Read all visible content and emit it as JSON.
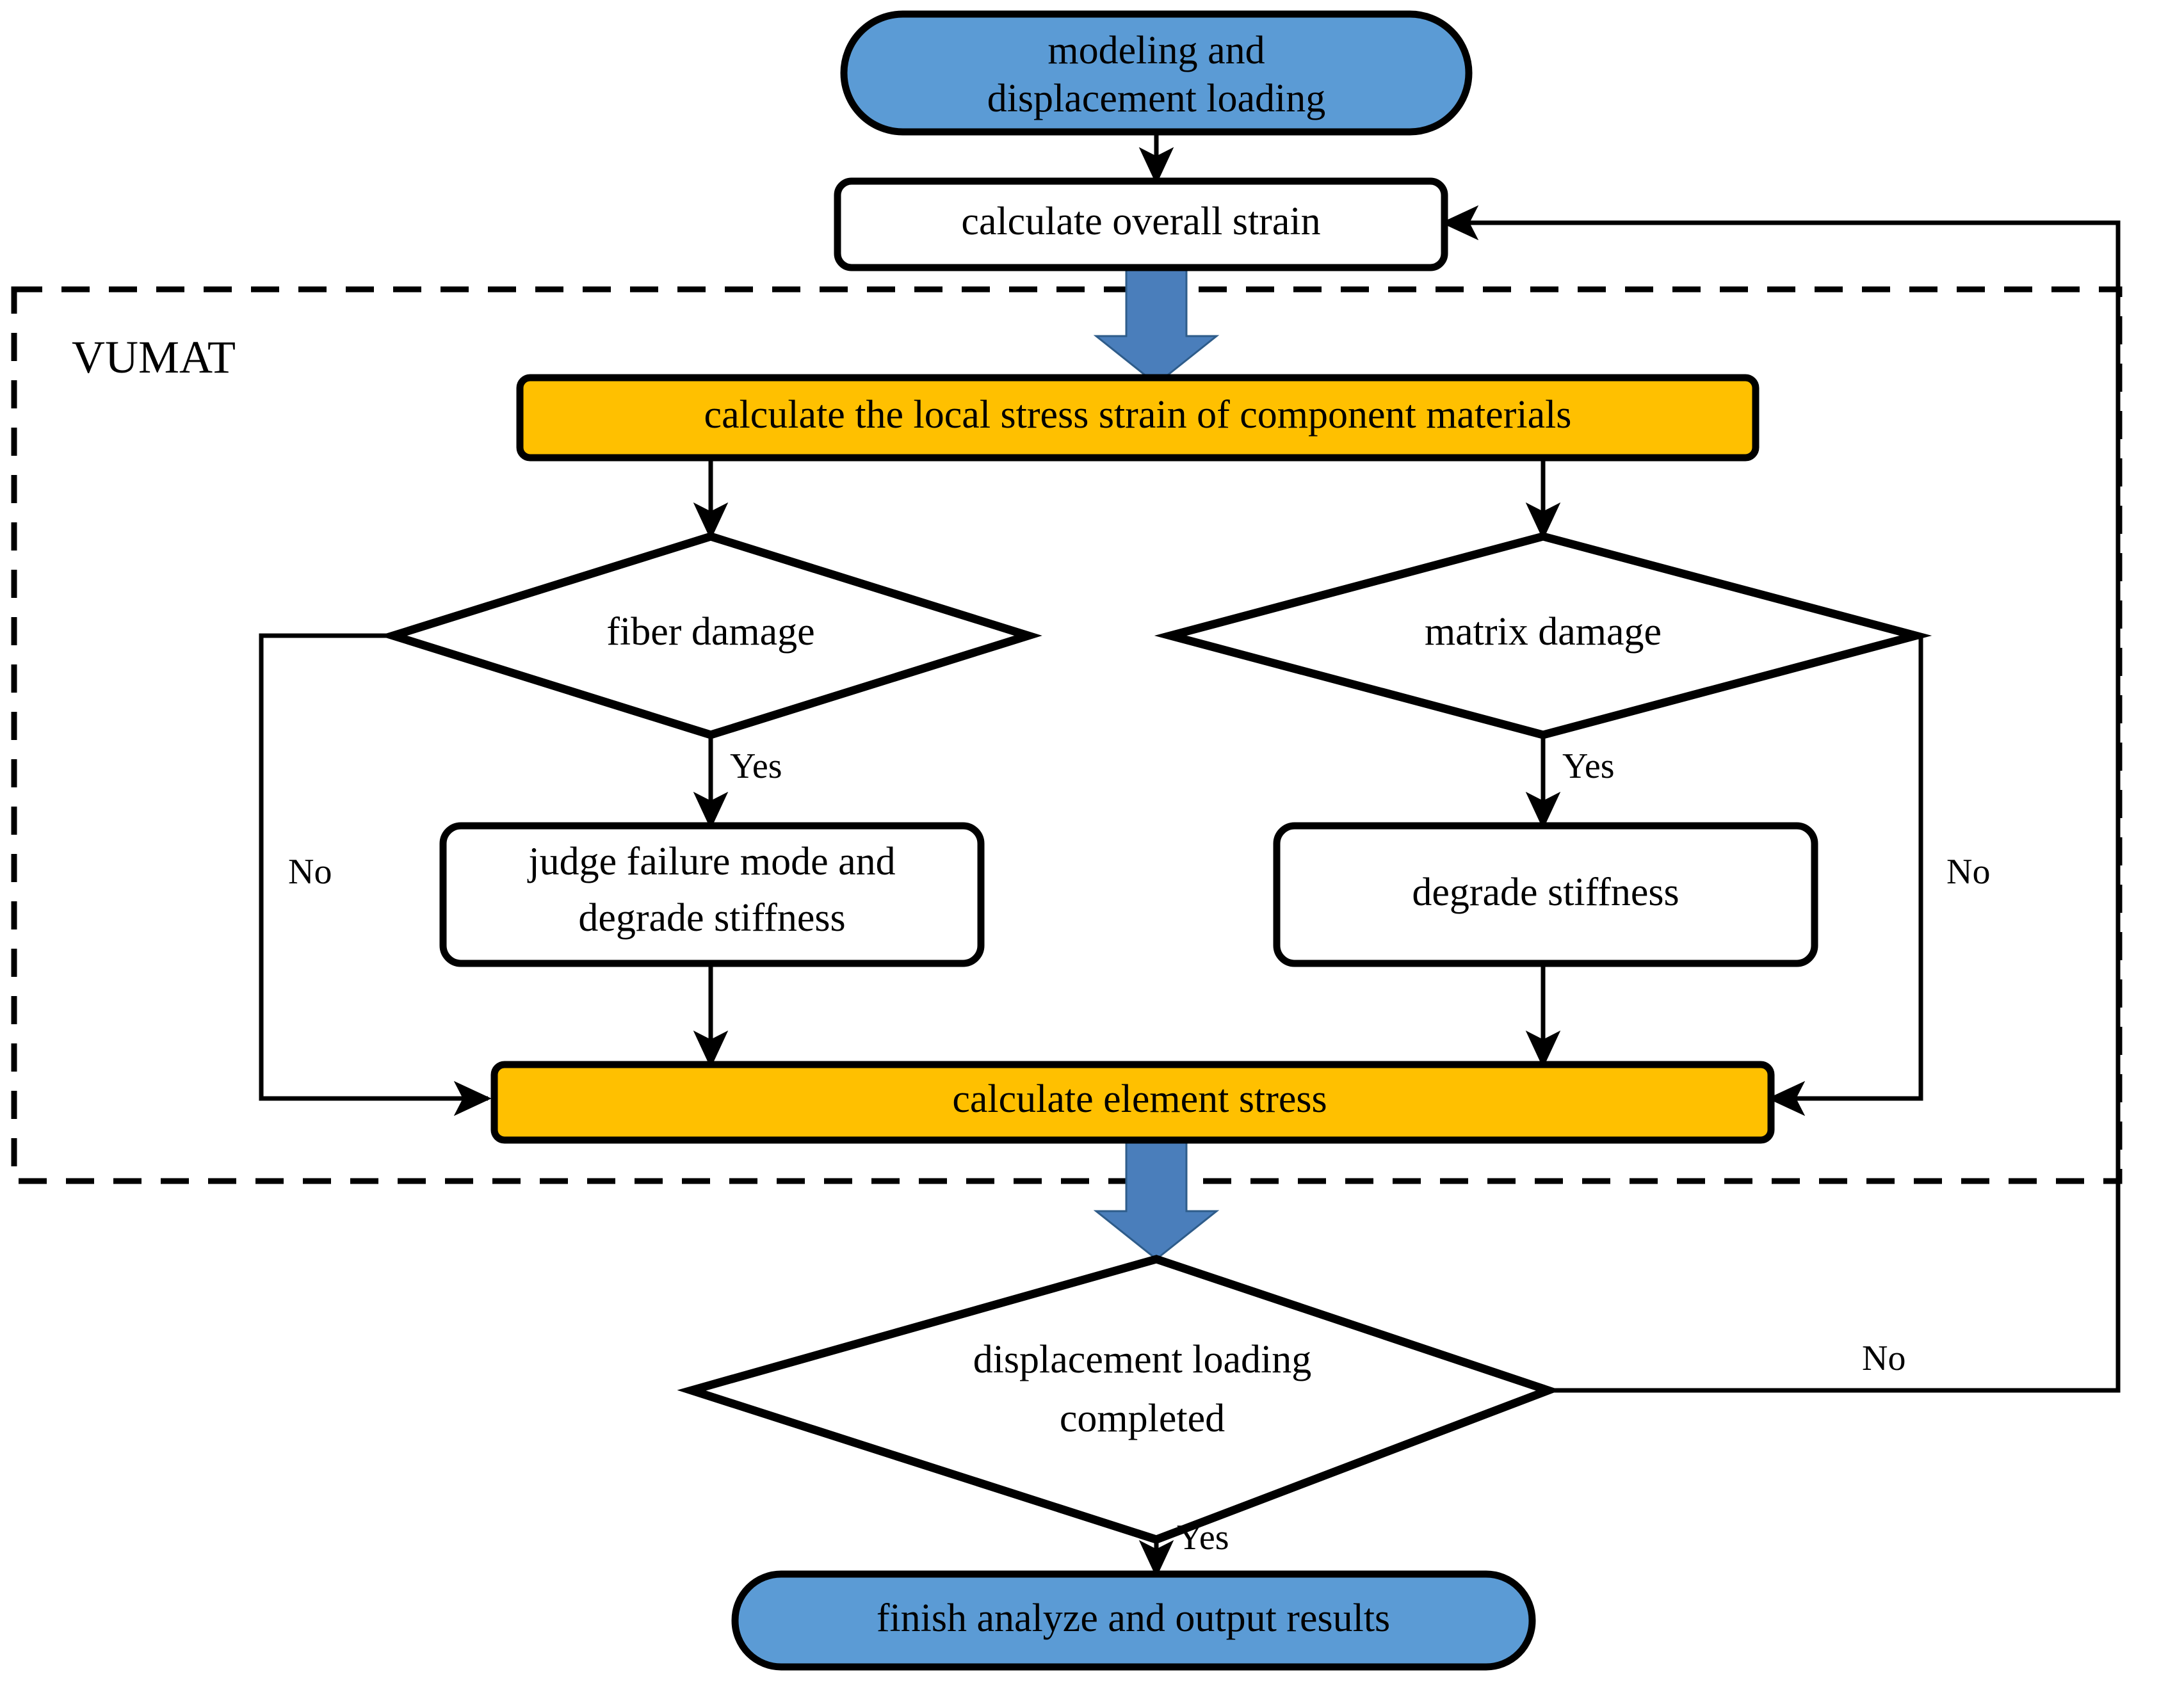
{
  "diagram": {
    "title": "VUMAT subroutine computation flowchart",
    "region_label": "VUMAT",
    "colors": {
      "terminator_fill": "#5B9BD5",
      "process_fill": "#FFC000",
      "plain_fill": "#FFFFFF",
      "stroke": "#000000",
      "thick_arrow": "#4A7EBB"
    },
    "nodes": {
      "start": {
        "id": "start",
        "shape": "terminator",
        "fill": "#5B9BD5",
        "line1": "modeling and",
        "line2": "displacement loading"
      },
      "overall_strain": {
        "id": "overall_strain",
        "shape": "rounded-rect",
        "fill": "#FFFFFF",
        "line1": "calculate overall strain"
      },
      "local_stress": {
        "id": "local_stress",
        "shape": "rounded-rect",
        "fill": "#FFC000",
        "line1": "calculate the local stress strain of component materials"
      },
      "fiber_damage": {
        "id": "fiber_damage",
        "shape": "diamond",
        "fill": "#FFFFFF",
        "line1": "fiber damage"
      },
      "matrix_damage": {
        "id": "matrix_damage",
        "shape": "diamond",
        "fill": "#FFFFFF",
        "line1": "matrix damage"
      },
      "judge_failure": {
        "id": "judge_failure",
        "shape": "rounded-rect",
        "fill": "#FFFFFF",
        "line1": "judge failure mode and",
        "line2": "degrade stiffness"
      },
      "degrade_stiffness": {
        "id": "degrade_stiffness",
        "shape": "rounded-rect",
        "fill": "#FFFFFF",
        "line1": "degrade stiffness"
      },
      "element_stress": {
        "id": "element_stress",
        "shape": "rounded-rect",
        "fill": "#FFC000",
        "line1": "calculate element stress"
      },
      "loading_completed": {
        "id": "loading_completed",
        "shape": "diamond",
        "fill": "#FFFFFF",
        "line1": "displacement loading",
        "line2": "completed"
      },
      "finish": {
        "id": "finish",
        "shape": "terminator",
        "fill": "#5B9BD5",
        "line1": "finish analyze and output results"
      }
    },
    "edge_labels": {
      "fiber_no": "No",
      "fiber_yes": "Yes",
      "matrix_yes": "Yes",
      "matrix_no": "No",
      "loading_no": "No",
      "loading_yes": "Yes"
    }
  }
}
